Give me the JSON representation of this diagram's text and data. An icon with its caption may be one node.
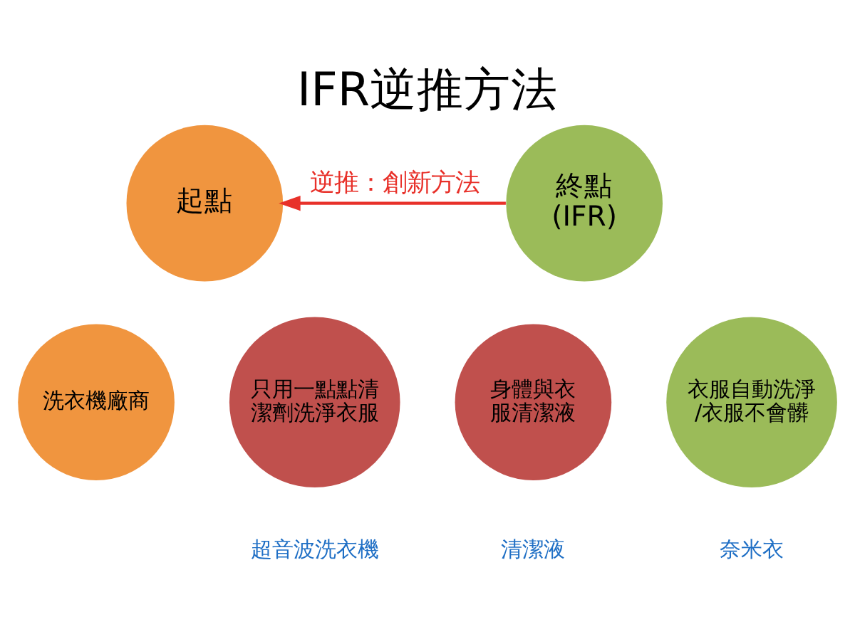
{
  "diagram": {
    "title": "IFR逆推方法",
    "nodes": [
      {
        "text": [
          "起點"
        ]
      },
      {
        "text": [
          "終點 (IFR)"
        ]
      },
      {
        "text": [
          "洗衣機廠商"
        ]
      },
      {
        "text": [
          "只用一點點清潔劑洗淨衣服"
        ],
        "beside": [
          "超音波洗衣機"
        ]
      },
      {
        "text": [
          "身體與衣服清潔液"
        ],
        "beside": [
          "清潔液"
        ]
      },
      {
        "text": [
          "衣服自動洗淨/衣服不會髒"
        ],
        "beside": [
          "奈米衣"
        ]
      }
    ],
    "edges": [
      {
        "from": 1,
        "to": 0,
        "arrow": "to",
        "label": "逆推：創新方法",
        "color": "#e8312a"
      }
    ]
  }
}
